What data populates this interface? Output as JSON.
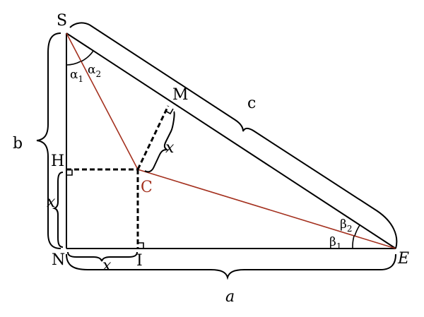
{
  "colors": {
    "stroke": "#000000",
    "accent": "#a4311f"
  },
  "labels": {
    "S": "S",
    "H": "H",
    "N": "N",
    "I": "I",
    "M": "M",
    "C": "C",
    "E": "E",
    "b": "b",
    "c": "c",
    "a": "a",
    "x_cm": "x",
    "x_nh": "x",
    "x_ni": "x",
    "alpha1_base": "α",
    "alpha1_sub": "1",
    "alpha2_base": "α",
    "alpha2_sub": "2",
    "beta1_base": "β",
    "beta1_sub": "1",
    "beta2_base": "β",
    "beta2_sub": "2"
  }
}
